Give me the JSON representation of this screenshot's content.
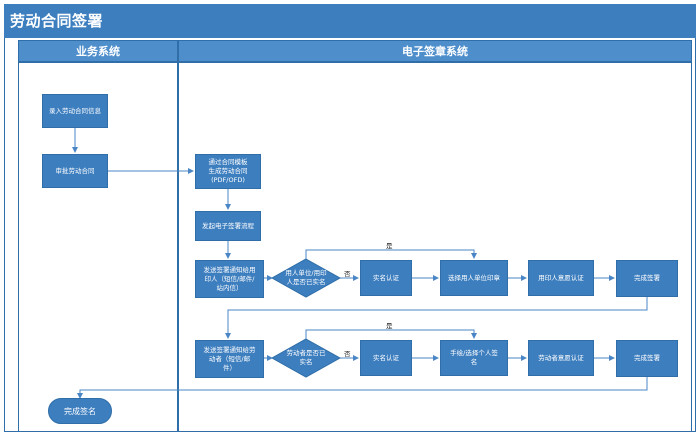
{
  "title": "劳动合同签署",
  "lanes": {
    "left": "业务系统",
    "right": "电子签章系统"
  },
  "nodes": {
    "enter_info": "录入劳动合同信息",
    "review": "审批劳动合同",
    "generate": "通过合同模板\n生成劳动合同\n(PDF/OFD)",
    "initiate": "发起电子签署流程",
    "notify_employer": "发送签署通知给用\n印人（短信/邮件/\n站内信）",
    "decision_employer": "用人单位/用印\n人是否已实名",
    "verify1": "实名认证",
    "choose_seal": "选择用人单位印章",
    "seal_auth": "用印人意愿认证",
    "complete1": "完成签署",
    "notify_worker": "发送签署通知给劳\n动者（短信/邮\n件）",
    "decision_worker": "劳动者是否已\n实名",
    "verify2": "实名认证",
    "handwrite": "手绘/选择个人签\n名",
    "worker_auth": "劳动者意愿认证",
    "complete2": "完成签署",
    "finish": "完成签名"
  },
  "edge_labels": {
    "yes1": "是",
    "no1": "否",
    "yes2": "是",
    "no2": "否"
  },
  "colors": {
    "box_fill": "#3d7ebf",
    "header_fill": "#4d8ecb",
    "line": "#4a86c5"
  }
}
